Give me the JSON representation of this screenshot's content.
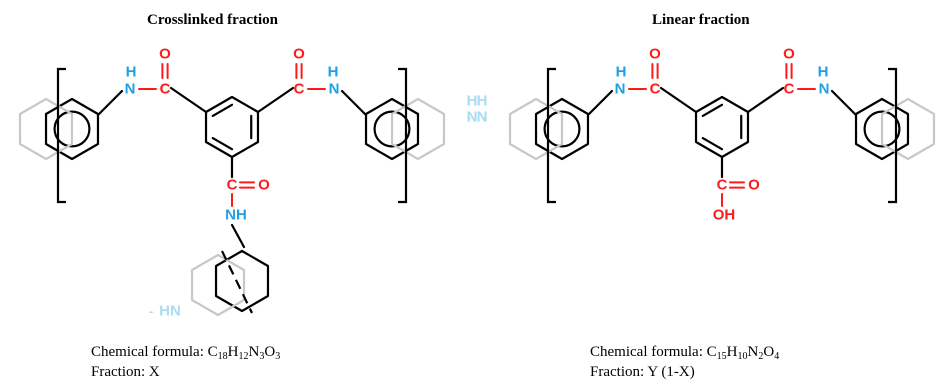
{
  "left_panel": {
    "title": "Crosslinked fraction",
    "formula_label": "Chemical formula: ",
    "formula": [
      {
        "el": "C",
        "n": "18"
      },
      {
        "el": "H",
        "n": "12"
      },
      {
        "el": "N",
        "n": "3"
      },
      {
        "el": "O",
        "n": "3"
      }
    ],
    "fraction_label": "Fraction: X"
  },
  "right_panel": {
    "title": "Linear fraction",
    "formula_label": "Chemical formula: ",
    "formula": [
      {
        "el": "C",
        "n": "15"
      },
      {
        "el": "H",
        "n": "10"
      },
      {
        "el": "N",
        "n": "2"
      },
      {
        "el": "O",
        "n": "4"
      }
    ],
    "fraction_label": "Fraction: Y (1-X)"
  },
  "atom_labels": {
    "nitrogen": "N",
    "hydrogen": "H",
    "oxygen": "O",
    "carbon": "C",
    "amine_nh": "NH",
    "amine_hn": "HN",
    "hydroxyl": "OH",
    "bond_dash": "-"
  },
  "colors": {
    "nitrogen": "#1ea0e6",
    "oxygen": "#ff1a1a",
    "bond": "#000000",
    "faded_ring": "#c8c8c8",
    "faded_nitrogen": "#a9dcf2"
  }
}
